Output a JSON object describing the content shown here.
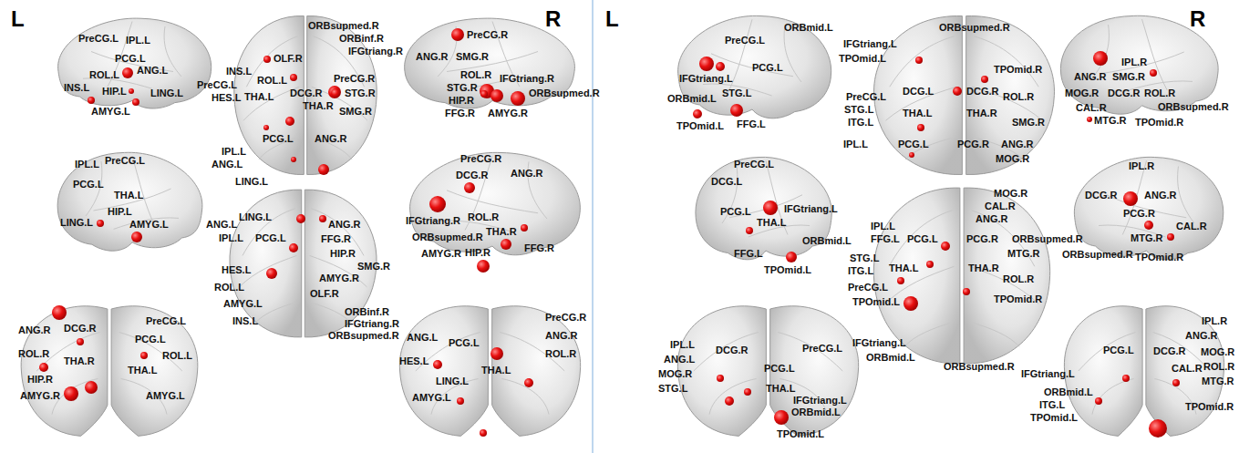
{
  "diagram": {
    "labels": [
      "L",
      "R",
      "PreCG.L",
      "IPL.L",
      "PCG.L",
      "ANG.L",
      "ROL.L",
      "INS.L",
      "HIP.L",
      "LING.L",
      "AMYG.L",
      "ORBsupmed.R",
      "ORBinf.R",
      "IFGtriang.R",
      "INS.L",
      "ROL.L",
      "PreCG.L",
      "HES.L",
      "THA.L",
      "OLF.R",
      "DCG.R",
      "THA.R",
      "PreCG.R",
      "STG.R",
      "SMG.R",
      "PCG.L",
      "ANG.R",
      "IPL.L",
      "ANG.L",
      "LING.L",
      "PreCG.R",
      "ANG.R",
      "SMG.R",
      "ROL.R",
      "STG.R",
      "IFGtriang.R",
      "HIP.R",
      "ORBsupmed.R",
      "FFG.R",
      "AMYG.R",
      "IPL.L",
      "PreCG.L",
      "PCG.L",
      "THA.L",
      "HIP.L",
      "LING.L",
      "AMYG.L",
      "ANG.L",
      "LING.L",
      "IPL.L",
      "PCG.L",
      "HES.L",
      "ROL.L",
      "AMYG.L",
      "INS.L",
      "ANG.R",
      "FFG.R",
      "HIP.R",
      "SMG.R",
      "AMYG.R",
      "OLF.R",
      "ORBinf.R",
      "IFGtriang.R",
      "ORBsupmed.R",
      "PreCG.R",
      "DCG.R",
      "ANG.R",
      "IFGtriang.R",
      "ORBsupmed.R",
      "ROL.R",
      "THA.R",
      "HIP.R",
      "AMYG.R",
      "FFG.R",
      "ANG.R",
      "DCG.R",
      "PreCG.L",
      "PCG.L",
      "ROL.R",
      "THA.R",
      "ROL.L",
      "THA.L",
      "HIP.R",
      "AMYG.R",
      "AMYG.L",
      "PreCG.R",
      "ANG.L",
      "PCG.L",
      "ANG.R",
      "HES.L",
      "ROL.R",
      "THA.L",
      "LING.L",
      "AMYG.L",
      "L",
      "R",
      "PreCG.L",
      "PCG.L",
      "IFGtriang.L",
      "STG.L",
      "ORBmid.L",
      "TPOmid.L",
      "FFG.L",
      "ORBmid.L",
      "ORBsupmed.R",
      "IFGtriang.L",
      "TPOmid.L",
      "TPOmid.R",
      "DCG.L",
      "DCG.R",
      "ROL.R",
      "PreCG.L",
      "STG.L",
      "THA.L",
      "THA.R",
      "ITG.L",
      "SMG.R",
      "IPL.L",
      "PCG.L",
      "PCG.R",
      "ANG.R",
      "MOG.R",
      "IPL.R",
      "ANG.R",
      "SMG.R",
      "MOG.R",
      "DCG.R",
      "ROL.R",
      "CAL.R",
      "ORBsupmed.R",
      "MTG.R",
      "TPOmid.R",
      "PreCG.L",
      "DCG.L",
      "PCG.L",
      "THA.L",
      "IFGtriang.L",
      "ORBmid.L",
      "FFG.L",
      "TPOmid.L",
      "MOG.R",
      "CAL.R",
      "ANG.R",
      "IPL.L",
      "FFG.L",
      "PCG.L",
      "PCG.R",
      "ORBsupmed.R",
      "STG.L",
      "MTG.R",
      "ITG.L",
      "THA.L",
      "THA.R",
      "ROL.R",
      "PreCG.L",
      "TPOmid.L",
      "TPOmid.R",
      "IFGtriang.L",
      "ORBmid.L",
      "ORBsupmed.R",
      "IPL.R",
      "DCG.R",
      "ANG.R",
      "PCG.R",
      "CAL.R",
      "ORBsupmed.R",
      "MTG.R",
      "TPOmid.R",
      "IPL.L",
      "ANG.L",
      "MOG.R",
      "STG.L",
      "DCG.R",
      "PreCG.L",
      "PCG.L",
      "THA.L",
      "IFGtriang.L",
      "ORBmid.L",
      "TPOmid.L",
      "IPL.R",
      "ANG.R",
      "PCG.L",
      "DCG.R",
      "MOG.R",
      "CAL.R",
      "ROL.R",
      "MTG.R",
      "IFGtriang.L",
      "ORBmid.L",
      "ITG.L",
      "TPOmid.L",
      "TPOmid.R"
    ]
  }
}
